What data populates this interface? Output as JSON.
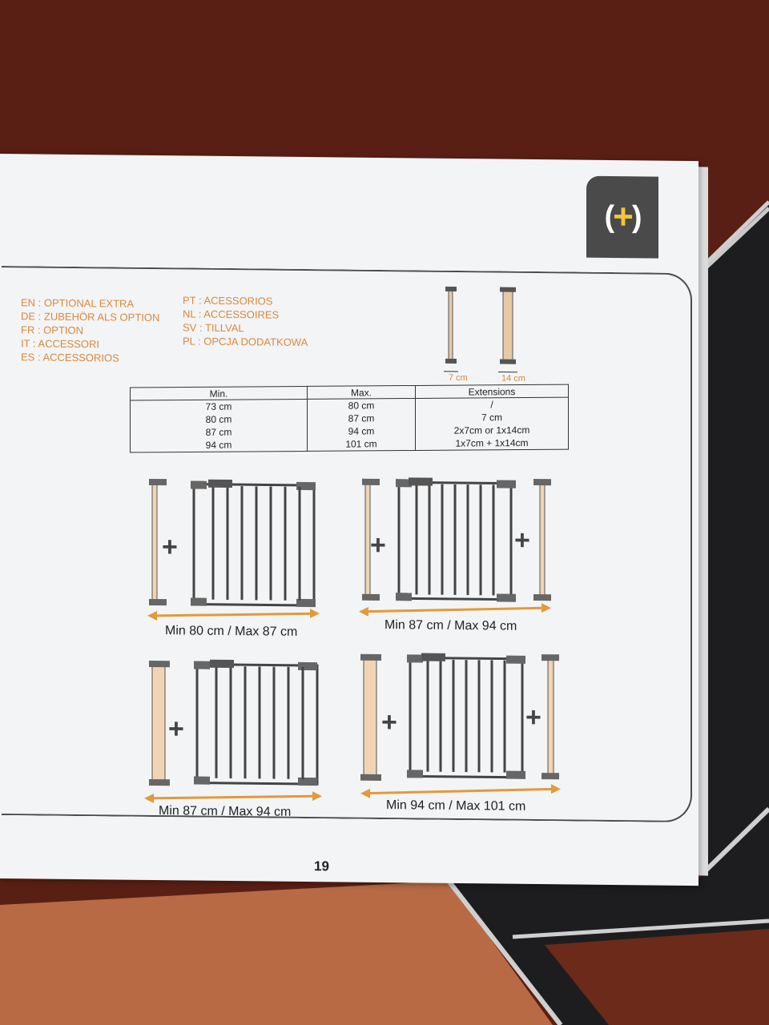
{
  "badge": {
    "left": "(",
    "symbol": "+",
    "right": ")"
  },
  "languages_left": [
    "EN : OPTIONAL EXTRA",
    "DE : ZUBEHÖR ALS OPTION",
    "FR : OPTION",
    "IT : ACCESSORI",
    "ES : ACCESSORIOS"
  ],
  "languages_right": [
    "PT : ACESSORIOS",
    "NL : ACCESSOIRES",
    "SV : TILLVAL",
    "PL : OPCJA DODATKOWA"
  ],
  "extension_labels": [
    "7 cm",
    "14 cm"
  ],
  "table": {
    "headers": [
      "Min.",
      "Max.",
      "Extensions"
    ],
    "rows": [
      [
        "73 cm",
        "80 cm",
        "/"
      ],
      [
        "80 cm",
        "87 cm",
        "7 cm"
      ],
      [
        "87 cm",
        "94 cm",
        "2x7cm or 1x14cm"
      ],
      [
        "94 cm",
        "101 cm",
        "1x7cm + 1x14cm"
      ]
    ]
  },
  "diagrams": [
    {
      "caption": "Min 80 cm / Max 87 cm"
    },
    {
      "caption": "Min 87 cm / Max 94 cm"
    },
    {
      "caption": "Min 87 cm / Max 94 cm"
    },
    {
      "caption": "Min 94 cm / Max 101 cm"
    }
  ],
  "page_number": "19",
  "colors": {
    "accent_orange": "#d9893b",
    "badge_dark": "#4a4a4a",
    "badge_yellow": "#f2c53d",
    "page": "#f3f4f6",
    "floor_red": "#5a1f14",
    "floor_black": "#1d1d1f",
    "floor_terracotta": "#b86a45"
  }
}
